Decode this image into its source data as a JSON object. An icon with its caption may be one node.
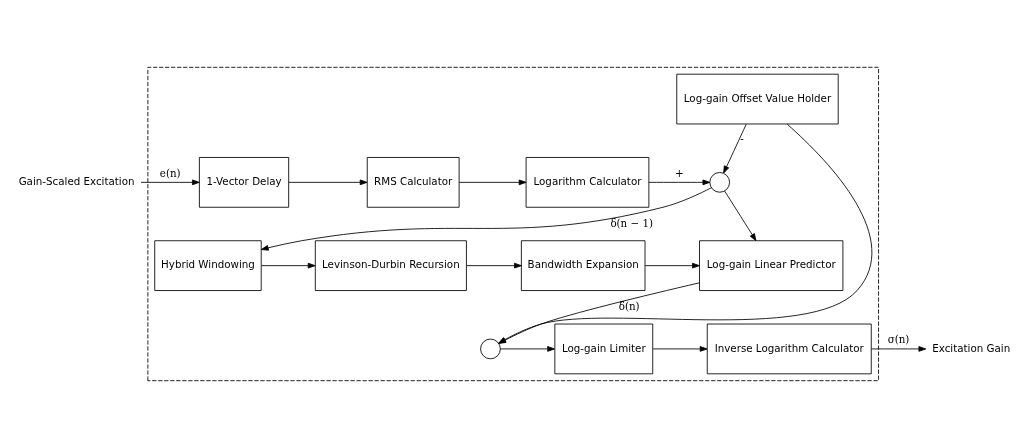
{
  "diagram": {
    "nodes": [
      {
        "text": [],
        "shape": "box"
      },
      {
        "text": [
          "Gain-Scaled Excitation"
        ]
      },
      {
        "text": [
          "1-Vector Delay"
        ],
        "in": 0
      },
      {
        "text": [
          "RMS Calculator"
        ],
        "in": 0
      },
      {
        "text": [
          "Logarithm Calculator"
        ],
        "in": 0
      },
      {
        "text": [],
        "shape": "circle",
        "in": 0
      },
      {
        "text": [
          "Log-gain Offset Value Holder"
        ],
        "in": 0
      },
      {
        "text": [
          "Hybrid Windowing"
        ],
        "in": 0
      },
      {
        "text": [
          "Levinson-Durbin Recursion"
        ],
        "in": 0
      },
      {
        "text": [
          "Bandwidth Expansion"
        ],
        "in": 0
      },
      {
        "text": [
          "Log-gain Linear Predictor"
        ],
        "in": 0
      },
      {
        "text": [],
        "shape": "circle",
        "in": 0
      },
      {
        "text": [
          "Log-gain Limiter"
        ],
        "in": 0
      },
      {
        "text": [
          "Inverse Logarithm Calculator"
        ],
        "in": 0
      },
      {
        "text": [
          "Excitation Gain"
        ]
      }
    ],
    "edges": [
      {
        "from": 1,
        "to": 2,
        "arrow": "to",
        "label": "e(n)"
      },
      {
        "from": 2,
        "to": 3,
        "arrow": "to"
      },
      {
        "from": 3,
        "to": 4,
        "arrow": "to"
      },
      {
        "from": 4,
        "to": 5,
        "arrow": "to",
        "label": "+"
      },
      {
        "from": 6,
        "to": 5,
        "arrow": "to",
        "label": "-"
      },
      {
        "from": 6,
        "to": 11,
        "arrow": "to"
      },
      {
        "from": 5,
        "to": 7,
        "arrow": "to",
        "label": "δ(n − 1)"
      },
      {
        "from": 5,
        "to": 10,
        "arrow": "to"
      },
      {
        "from": 7,
        "to": 8,
        "arrow": "to"
      },
      {
        "from": 8,
        "to": 9,
        "arrow": "to"
      },
      {
        "from": 9,
        "to": 10,
        "arrow": "to"
      },
      {
        "from": 10,
        "to": 11,
        "arrow": "to",
        "label": "δ̂(n)"
      },
      {
        "from": 11,
        "to": 12,
        "arrow": "to"
      },
      {
        "from": 12,
        "to": 13,
        "arrow": "to"
      },
      {
        "from": 13,
        "to": 14,
        "arrow": "to",
        "label": "σ(n)"
      }
    ]
  }
}
